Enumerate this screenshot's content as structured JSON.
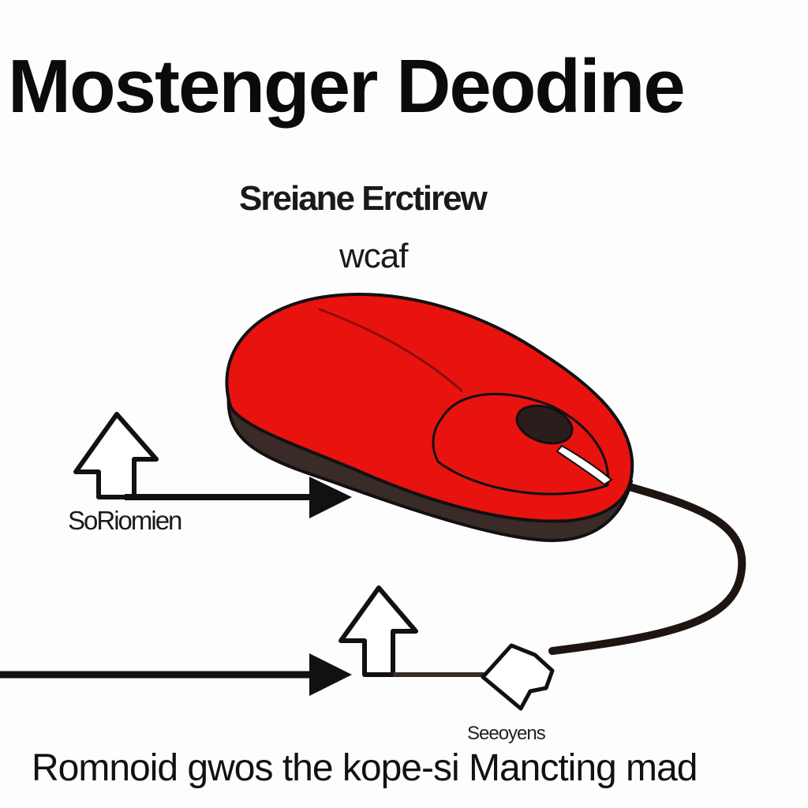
{
  "title": "Mostenger Deodine",
  "subtitle": "Sreiane Erctirew",
  "subtitle2": "wcaf",
  "left_label": "SoRiomien",
  "small_label": "Seeoyens",
  "caption": "Romnoid gwos the kope-si Mancting mad",
  "colors": {
    "mouse_body": "#e8120f",
    "mouse_base": "#3a2a28",
    "outline": "#111111",
    "cable": "#1e1412",
    "background": "#fdfdfd"
  },
  "icons": [
    "up-arrow-icon",
    "right-arrow-icon",
    "mouse-icon",
    "connector-icon"
  ]
}
